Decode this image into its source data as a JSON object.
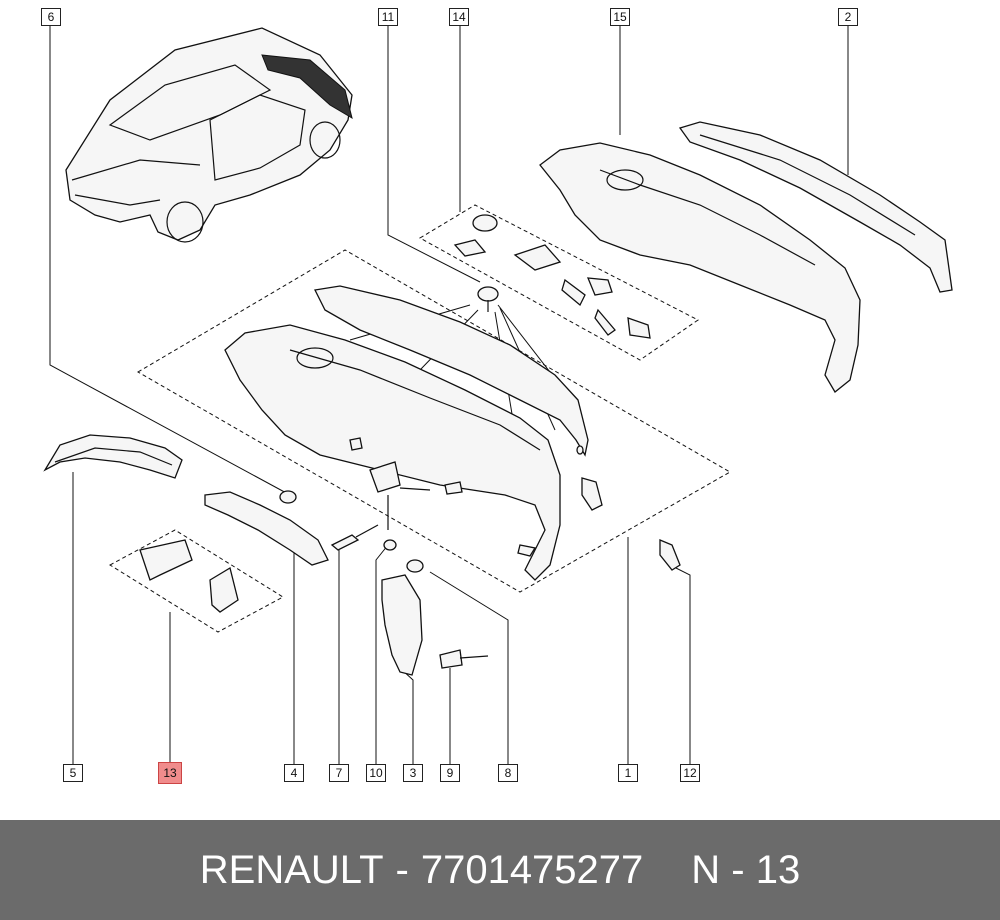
{
  "footer": {
    "brand": "RENAULT",
    "separator": "-",
    "part_number": "7701475277",
    "position": "N - 13"
  },
  "callouts": {
    "c1": "1",
    "c2": "2",
    "c3": "3",
    "c4": "4",
    "c5": "5",
    "c6": "6",
    "c7": "7",
    "c8": "8",
    "c9": "9",
    "c10": "10",
    "c11": "11",
    "c12": "12",
    "c13": "13",
    "c14": "14",
    "c15": "15"
  },
  "highlight": {
    "callout": "13",
    "color": "#f08c8c"
  },
  "colors": {
    "footer_bg": "#6b6b6b",
    "footer_text": "#ffffff",
    "line": "#111111"
  }
}
